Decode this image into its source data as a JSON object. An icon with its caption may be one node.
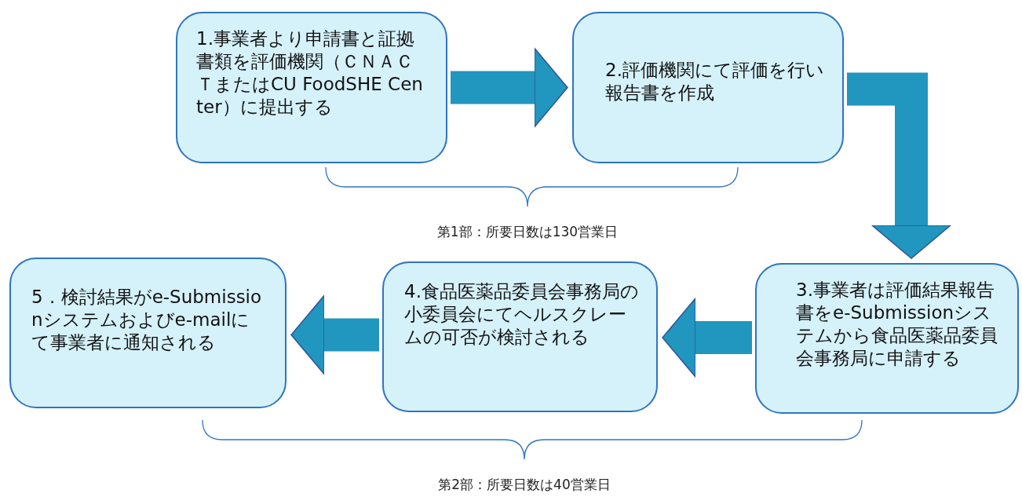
{
  "diagram": {
    "nodes": [
      {
        "text": [
          "1.事業者より申請書と証拠書類を評価機関（ＣＮＡＣＴまたはCU FoodSHE Center）に提出する"
        ]
      },
      {
        "text": [
          "2.評価機関にて評価を行い報告書を作成"
        ]
      },
      {
        "text": [
          "3.事業者は評価結果報告書をe-Submissionシステムから食品医薬品委員会事務局に申請する"
        ]
      },
      {
        "text": [
          "4.食品医薬品委員会事務局の小委員会にてヘルスクレームの可否が検討される"
        ]
      },
      {
        "text": [
          "5．検討結果がe-Submissionシステムおよびe-mailにて事業者に通知される"
        ]
      }
    ],
    "edges": [
      {
        "from": 0,
        "to": 1,
        "arrow": "to"
      },
      {
        "from": 1,
        "to": 2,
        "arrow": "to"
      },
      {
        "from": 2,
        "to": 3,
        "arrow": "to"
      },
      {
        "from": 3,
        "to": 4,
        "arrow": "to"
      }
    ],
    "labels": [
      "第1部：所要日数は130営業日",
      "第2部：所要日数は40営業日"
    ]
  }
}
